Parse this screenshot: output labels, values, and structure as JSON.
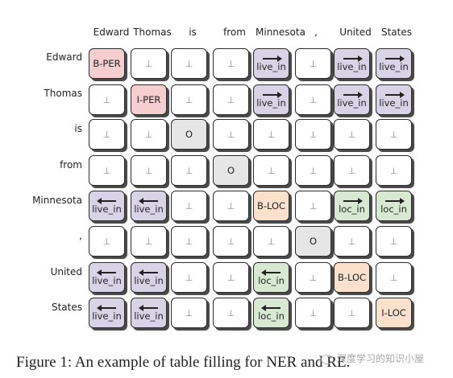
{
  "tokens": [
    "Edward",
    "Thomas",
    "is",
    "from",
    "Minnesota",
    ",",
    "United",
    "States"
  ],
  "null_symbol": "⊥",
  "grid": [
    [
      {
        "label": "B-PER",
        "kind": "per"
      },
      {
        "label": "⊥",
        "kind": "null"
      },
      {
        "label": "⊥",
        "kind": "null"
      },
      {
        "label": "⊥",
        "kind": "null"
      },
      {
        "label": "live_in",
        "kind": "rel",
        "arrow": "right"
      },
      {
        "label": "⊥",
        "kind": "null"
      },
      {
        "label": "live_in",
        "kind": "rel",
        "arrow": "right"
      },
      {
        "label": "live_in",
        "kind": "rel",
        "arrow": "right"
      }
    ],
    [
      {
        "label": "⊥",
        "kind": "null"
      },
      {
        "label": "I-PER",
        "kind": "per"
      },
      {
        "label": "⊥",
        "kind": "null"
      },
      {
        "label": "⊥",
        "kind": "null"
      },
      {
        "label": "live_in",
        "kind": "rel",
        "arrow": "right"
      },
      {
        "label": "⊥",
        "kind": "null"
      },
      {
        "label": "live_in",
        "kind": "rel",
        "arrow": "right"
      },
      {
        "label": "live_in",
        "kind": "rel",
        "arrow": "right"
      }
    ],
    [
      {
        "label": "⊥",
        "kind": "null"
      },
      {
        "label": "⊥",
        "kind": "null"
      },
      {
        "label": "O",
        "kind": "o"
      },
      {
        "label": "⊥",
        "kind": "null"
      },
      {
        "label": "⊥",
        "kind": "null"
      },
      {
        "label": "⊥",
        "kind": "null"
      },
      {
        "label": "⊥",
        "kind": "null"
      },
      {
        "label": "⊥",
        "kind": "null"
      }
    ],
    [
      {
        "label": "⊥",
        "kind": "null"
      },
      {
        "label": "⊥",
        "kind": "null"
      },
      {
        "label": "⊥",
        "kind": "null"
      },
      {
        "label": "O",
        "kind": "o"
      },
      {
        "label": "⊥",
        "kind": "null"
      },
      {
        "label": "⊥",
        "kind": "null"
      },
      {
        "label": "⊥",
        "kind": "null"
      },
      {
        "label": "⊥",
        "kind": "null"
      }
    ],
    [
      {
        "label": "live_in",
        "kind": "rel",
        "arrow": "left"
      },
      {
        "label": "live_in",
        "kind": "rel",
        "arrow": "left"
      },
      {
        "label": "⊥",
        "kind": "null"
      },
      {
        "label": "⊥",
        "kind": "null"
      },
      {
        "label": "B-LOC",
        "kind": "locent"
      },
      {
        "label": "⊥",
        "kind": "null"
      },
      {
        "label": "loc_in",
        "kind": "loc",
        "arrow": "right"
      },
      {
        "label": "loc_in",
        "kind": "loc",
        "arrow": "right"
      }
    ],
    [
      {
        "label": "⊥",
        "kind": "null"
      },
      {
        "label": "⊥",
        "kind": "null"
      },
      {
        "label": "⊥",
        "kind": "null"
      },
      {
        "label": "⊥",
        "kind": "null"
      },
      {
        "label": "⊥",
        "kind": "null"
      },
      {
        "label": "O",
        "kind": "o"
      },
      {
        "label": "⊥",
        "kind": "null"
      },
      {
        "label": "⊥",
        "kind": "null"
      }
    ],
    [
      {
        "label": "live_in",
        "kind": "rel",
        "arrow": "left"
      },
      {
        "label": "live_in",
        "kind": "rel",
        "arrow": "left"
      },
      {
        "label": "⊥",
        "kind": "null"
      },
      {
        "label": "⊥",
        "kind": "null"
      },
      {
        "label": "loc_in",
        "kind": "loc",
        "arrow": "left"
      },
      {
        "label": "⊥",
        "kind": "null"
      },
      {
        "label": "B-LOC",
        "kind": "locent"
      },
      {
        "label": "⊥",
        "kind": "null"
      }
    ],
    [
      {
        "label": "live_in",
        "kind": "rel",
        "arrow": "left"
      },
      {
        "label": "live_in",
        "kind": "rel",
        "arrow": "left"
      },
      {
        "label": "⊥",
        "kind": "null"
      },
      {
        "label": "⊥",
        "kind": "null"
      },
      {
        "label": "loc_in",
        "kind": "loc",
        "arrow": "left"
      },
      {
        "label": "⊥",
        "kind": "null"
      },
      {
        "label": "⊥",
        "kind": "null"
      },
      {
        "label": "I-LOC",
        "kind": "locent"
      }
    ]
  ],
  "caption": "Figure 1: An example of table filling for NER and RE.",
  "watermark": "深度学习的知识小屋",
  "colors": {
    "relation": "#d9d3e8",
    "loc_relation": "#d8e9d2",
    "person": "#f5cfcf",
    "location": "#fbe1cc",
    "other": "#e6e6e6"
  }
}
